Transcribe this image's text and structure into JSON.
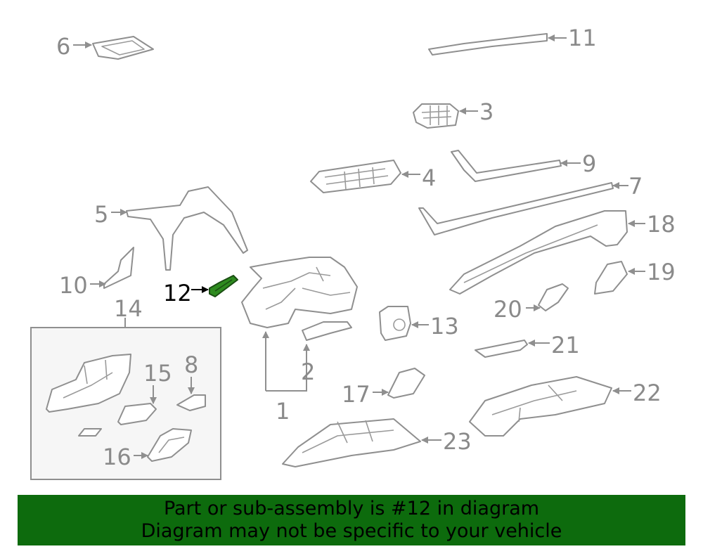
{
  "callouts": {
    "c1": "1",
    "c2": "2",
    "c3": "3",
    "c4": "4",
    "c5": "5",
    "c6": "6",
    "c7": "7",
    "c8": "8",
    "c9": "9",
    "c10": "10",
    "c11": "11",
    "c12": "12",
    "c13": "13",
    "c14": "14",
    "c15": "15",
    "c16": "16",
    "c17": "17",
    "c18": "18",
    "c19": "19",
    "c20": "20",
    "c21": "21",
    "c22": "22",
    "c23": "23"
  },
  "highlighted_part": "12",
  "colors": {
    "highlight_fill": "#2e8b1f",
    "banner_bg": "#0d6b0d",
    "line_gray": "#8f8f8f"
  },
  "banner": {
    "line1": "Part or sub-assembly is #12 in diagram",
    "line2": "Diagram may not be specific to your vehicle"
  }
}
